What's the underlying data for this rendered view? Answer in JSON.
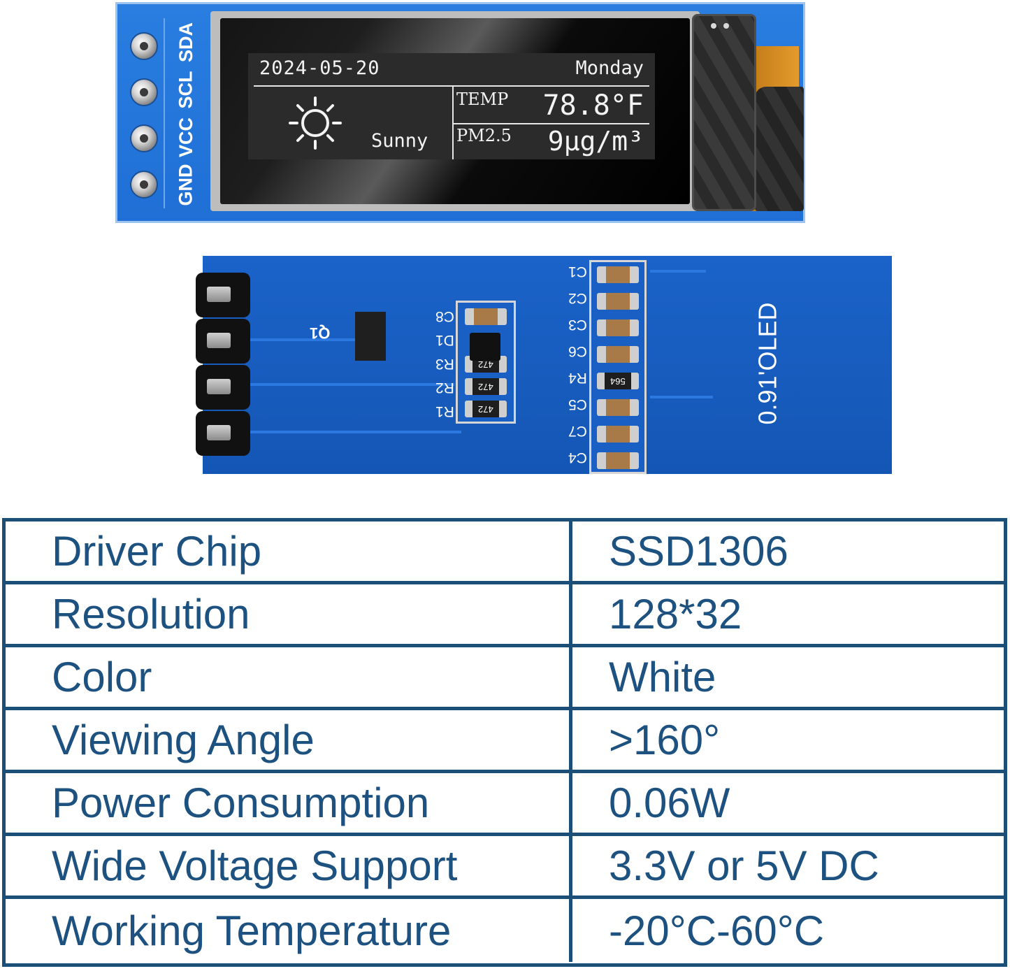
{
  "front_board": {
    "pins": [
      "SDA",
      "SCL",
      "VCC",
      "GND"
    ],
    "oled": {
      "date": "2024-05-20",
      "day": "Monday",
      "weather_icon": "sun-icon",
      "condition": "Sunny",
      "temp_label": "TEMP",
      "temp_value": "78.8°F",
      "pm_label": "PM2.5",
      "pm_value": "9μg/m³"
    }
  },
  "back_board": {
    "transistor_label": "Q1",
    "left_components": [
      "C8",
      "D1",
      "R3",
      "R2",
      "R1"
    ],
    "left_markings": [
      "",
      "",
      "472",
      "472",
      "472"
    ],
    "right_components": [
      "C1",
      "C2",
      "C3",
      "C6",
      "R4",
      "C5",
      "C7",
      "C4"
    ],
    "right_markings": [
      "",
      "",
      "",
      "",
      "564",
      "",
      "",
      ""
    ],
    "silkscreen": "0.91'OLED"
  },
  "specs": [
    {
      "label": "Driver Chip",
      "value": "SSD1306"
    },
    {
      "label": "Resolution",
      "value": "128*32"
    },
    {
      "label": "Color",
      "value": "White"
    },
    {
      "label": "Viewing Angle",
      "value": ">160°"
    },
    {
      "label": "Power Consumption",
      "value": "0.06W"
    },
    {
      "label": "Wide Voltage Support",
      "value": "3.3V or 5V DC"
    },
    {
      "label": "Working Temperature",
      "value": "-20°C-60°C"
    }
  ],
  "colors": {
    "pcb_blue": "#1f6fd6",
    "table_border": "#1b4f77",
    "table_text": "#1d5180"
  }
}
